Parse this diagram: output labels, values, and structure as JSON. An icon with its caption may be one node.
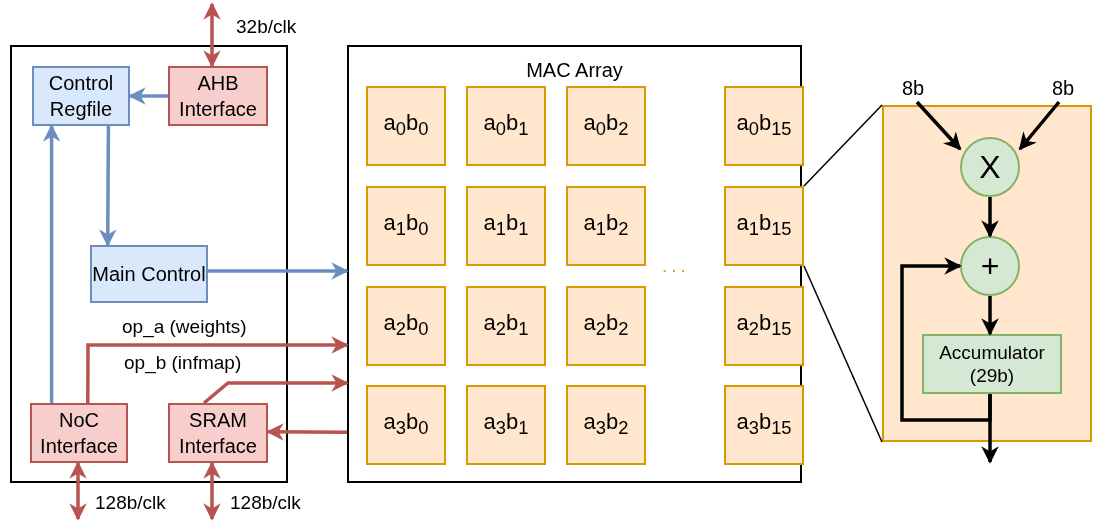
{
  "diagram": {
    "nodes": [
      {
        "text": [],
        "shape": "box"
      },
      {
        "text": [
          "Control Regfile"
        ],
        "in": 0
      },
      {
        "text": [
          "AHB Interface"
        ],
        "in": 0
      },
      {
        "text": [
          "Main Control"
        ],
        "in": 0
      },
      {
        "text": [
          "NoC Interface"
        ],
        "in": 0
      },
      {
        "text": [
          "SRAM Interface"
        ],
        "in": 0
      },
      {
        "text": [
          "MAC Array"
        ]
      },
      {
        "text": [
          "a$_{0}$b$_{0}$"
        ],
        "in": 6
      },
      {
        "text": [
          "a$_{0}$b$_{1}$"
        ],
        "in": 6
      },
      {
        "text": [
          "a$_{0}$b$_{2}$"
        ],
        "in": 6
      },
      {
        "text": [
          "a$_{0}$b$_{15}$"
        ],
        "in": 6
      },
      {
        "text": [
          "a$_{1}$b$_{0}$"
        ],
        "in": 6
      },
      {
        "text": [
          "a$_{1}$b$_{1}$"
        ],
        "in": 6
      },
      {
        "text": [
          "a$_{1}$b$_{2}$"
        ],
        "in": 6
      },
      {
        "text": [
          "a$_{1}$b$_{15}$"
        ],
        "in": 6
      },
      {
        "text": [
          "a$_{2}$b$_{0}$"
        ],
        "in": 6
      },
      {
        "text": [
          "a$_{2}$b$_{1}$"
        ],
        "in": 6
      },
      {
        "text": [
          "a$_{2}$b$_{2}$"
        ],
        "in": 6
      },
      {
        "text": [
          "a$_{2}$b$_{15}$"
        ],
        "in": 6
      },
      {
        "text": [
          "a$_{3}$b$_{0}$"
        ],
        "in": 6
      },
      {
        "text": [
          "a$_{3}$b$_{1}$"
        ],
        "in": 6
      },
      {
        "text": [
          "a$_{3}$b$_{2}$"
        ],
        "in": 6
      },
      {
        "text": [
          "a$_{3}$b$_{15}$"
        ],
        "in": 6
      },
      {
        "text": [],
        "shape": "box"
      },
      {
        "text": [
          "X"
        ],
        "in": 23
      },
      {
        "text": [
          "+"
        ],
        "in": 23
      },
      {
        "text": [
          "Accumulator (29b)"
        ],
        "in": 23
      },
      {
        "text": [
          "8b"
        ]
      },
      {
        "text": [
          "8b"
        ]
      }
    ],
    "edges": [
      {
        "from": null,
        "to": 2,
        "arrow": "both",
        "label": "32b/clk",
        "color": "#b85450"
      },
      {
        "from": 2,
        "to": 1,
        "arrow": "to",
        "color": "#6c8ebf"
      },
      {
        "from": 1,
        "to": 3,
        "arrow": "to",
        "color": "#6c8ebf"
      },
      {
        "from": 4,
        "to": 1,
        "arrow": "to",
        "color": "#6c8ebf"
      },
      {
        "from": 3,
        "to": 6,
        "arrow": "to",
        "color": "#6c8ebf"
      },
      {
        "from": 4,
        "to": 6,
        "arrow": "to",
        "label": "op_a (weights)",
        "color": "#b85450"
      },
      {
        "from": 5,
        "to": 6,
        "arrow": "to",
        "label": "op_b (infmap)",
        "color": "#b85450"
      },
      {
        "from": 6,
        "to": 5,
        "arrow": "to",
        "color": "#b85450"
      },
      {
        "from": 4,
        "to": null,
        "arrow": "both",
        "label": "128b/clk",
        "color": "#b85450"
      },
      {
        "from": 5,
        "to": null,
        "arrow": "both",
        "label": "128b/clk",
        "color": "#b85450"
      },
      {
        "from": 14,
        "to": 23,
        "arrow": "none"
      },
      {
        "from": 14,
        "to": 23,
        "arrow": "none"
      },
      {
        "from": 27,
        "to": 24,
        "arrow": "to"
      },
      {
        "from": 28,
        "to": 24,
        "arrow": "to"
      },
      {
        "from": 24,
        "to": 25,
        "arrow": "to"
      },
      {
        "from": 25,
        "to": 26,
        "arrow": "to"
      },
      {
        "from": 26,
        "to": null,
        "arrow": "to"
      },
      {
        "from": 26,
        "to": 25,
        "arrow": "to"
      }
    ],
    "labels": [
      "..."
    ]
  }
}
